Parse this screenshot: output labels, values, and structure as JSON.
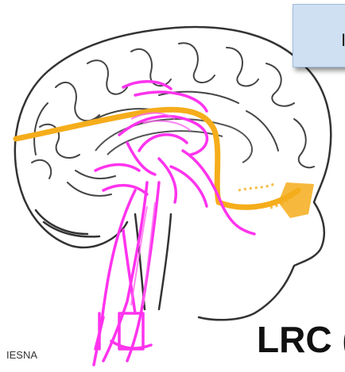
{
  "slide": {
    "callout_text": "I",
    "title": "LRC (",
    "credit": "IESNA"
  },
  "colors": {
    "pathway_pink": "#ff33ee",
    "pathway_orange": "#f5ad1b",
    "outline": "#333333",
    "callout_fill": "#cfe0f3"
  },
  "illustration": {
    "subject": "brain-sagittal-section",
    "pathways": [
      "pink-pathway",
      "orange-pathway"
    ]
  }
}
